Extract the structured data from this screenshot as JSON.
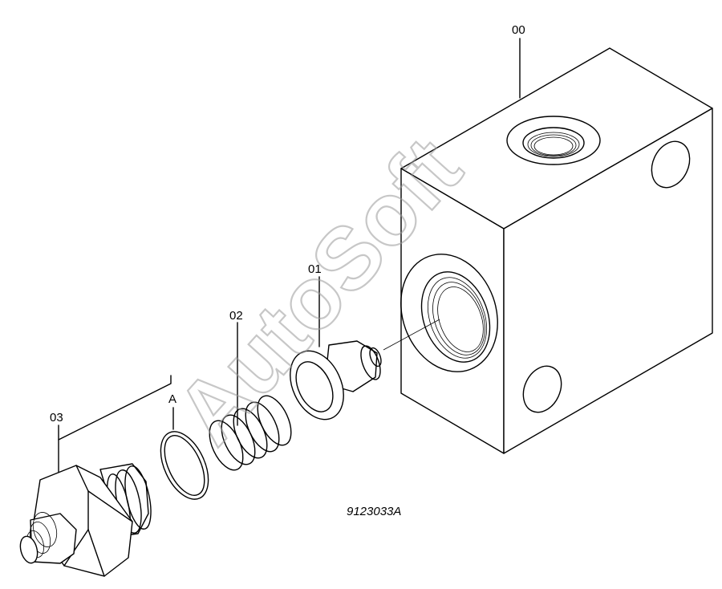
{
  "callouts": {
    "block": "00",
    "poppet": "01",
    "spring": "02",
    "plug": "03",
    "oring": "A"
  },
  "drawing_id": "9123033A",
  "watermark": "AutoSoft"
}
